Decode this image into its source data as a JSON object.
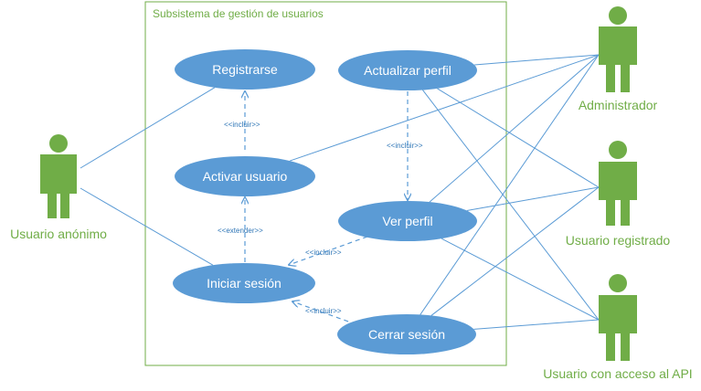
{
  "colors": {
    "actor": "#70AD47",
    "usecase": "#5B9BD5",
    "line": "#5B9BD5",
    "boundary": "#70AD47",
    "actor_label": "#70AD47",
    "usecase_text": "#FFFFFF",
    "stereotype_text": "#2E75B6"
  },
  "system": {
    "title": "Subsistema de gestión de usuarios"
  },
  "use_cases": {
    "registrarse": "Registrarse",
    "actualizar_perfil": "Actualizar perfil",
    "activar_usuario": "Activar usuario",
    "ver_perfil": "Ver perfil",
    "iniciar_sesion": "Iniciar sesión",
    "cerrar_sesion": "Cerrar sesión"
  },
  "actors": {
    "anonimo": "Usuario anónimo",
    "administrador": "Administrador",
    "registrado": "Usuario registrado",
    "api": "Usuario con acceso al API"
  },
  "relations": {
    "incluir_activar_registrarse": "<<incluir>>",
    "incluir_actualizar_ver": "<<incluir>>",
    "extender_iniciar_activar": "<<extender>>",
    "incluir_ver_iniciar": "<<incluir>>",
    "incluir_cerrar_iniciar": "<<incluir>>"
  },
  "associations": [
    [
      "anonimo",
      "registrarse"
    ],
    [
      "anonimo",
      "iniciar_sesion"
    ],
    [
      "administrador",
      "actualizar_perfil"
    ],
    [
      "administrador",
      "activar_usuario"
    ],
    [
      "administrador",
      "ver_perfil"
    ],
    [
      "administrador",
      "cerrar_sesion"
    ],
    [
      "registrado",
      "actualizar_perfil"
    ],
    [
      "registrado",
      "ver_perfil"
    ],
    [
      "registrado",
      "cerrar_sesion"
    ],
    [
      "api",
      "actualizar_perfil"
    ],
    [
      "api",
      "ver_perfil"
    ],
    [
      "api",
      "cerrar_sesion"
    ]
  ]
}
